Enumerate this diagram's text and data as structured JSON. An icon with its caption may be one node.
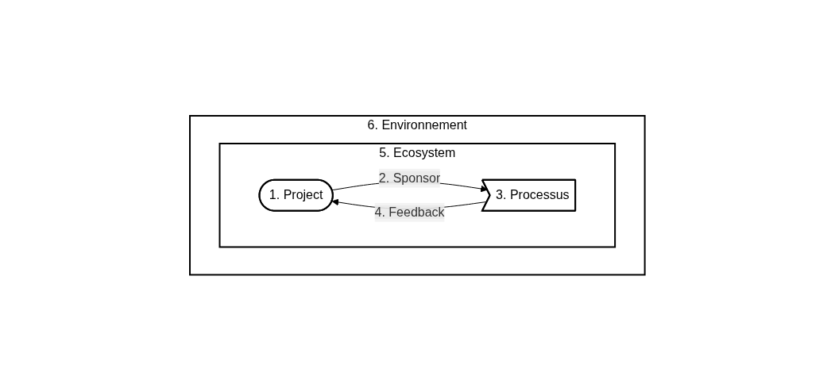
{
  "diagram": {
    "nodes": [
      {
        "text": [
          "6. Environnement"
        ]
      },
      {
        "text": [
          "5. Ecosystem"
        ],
        "in": 0
      },
      {
        "text": [
          "1. Project"
        ],
        "in": 1
      },
      {
        "text": [
          "3. Processus"
        ],
        "in": 1
      }
    ],
    "edges": [
      {
        "from": 2,
        "to": 3,
        "label": "2. Sponsor",
        "arrow": "to"
      },
      {
        "from": 3,
        "to": 2,
        "label": "4. Feedback",
        "arrow": "to"
      }
    ]
  }
}
